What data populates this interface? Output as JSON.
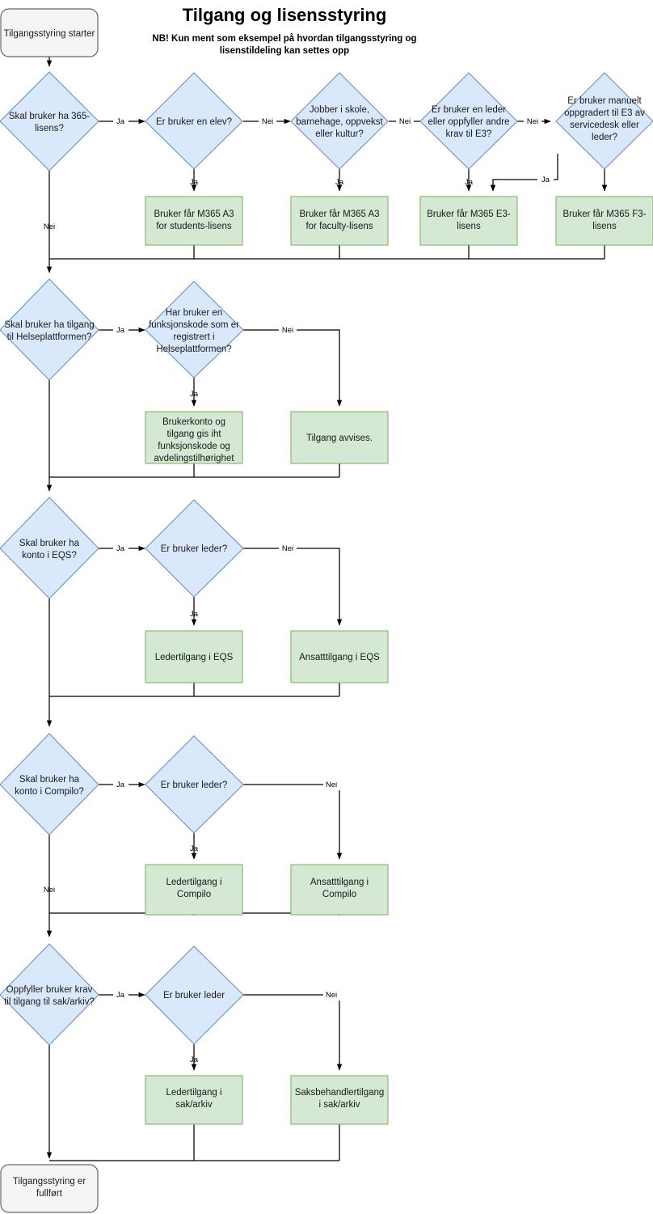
{
  "header": {
    "title": "Tilgang og lisensstyring",
    "subtitle_line1": "NB! Kun ment som eksempel på hvordan tilgangsstyring og",
    "subtitle_line2": "lisenstildeling kan settes opp"
  },
  "colors": {
    "decision_fill": "#dae8fc",
    "decision_stroke": "#6c8ebf",
    "process_fill": "#d5e8d4",
    "process_stroke": "#82b366",
    "terminator_fill": "#f5f5f5",
    "terminator_stroke": "#666666",
    "edge": "#000000"
  },
  "labels": {
    "yes": "Ja",
    "no": "Nei"
  },
  "nodes": {
    "start": {
      "type": "terminator",
      "text": "Tilgangsstyring starter"
    },
    "end": {
      "type": "terminator",
      "line1": "Tilgangsstyring er",
      "line2": "fullført"
    },
    "d_365": {
      "type": "decision",
      "line1": "Skal bruker ha 365-",
      "line2": "lisens?"
    },
    "d_elev": {
      "type": "decision",
      "line1": "Er bruker en elev?"
    },
    "d_skole": {
      "type": "decision",
      "line1": "Jobber i skole,",
      "line2": "barnehage, oppvekst",
      "line3": "eller kultur?"
    },
    "d_leder_e3": {
      "type": "decision",
      "line1": "Er bruker en leder",
      "line2": "eller oppfyller andre",
      "line3": "krav til E3?"
    },
    "d_manuelt": {
      "type": "decision",
      "line1": "Er bruker manuelt",
      "line2": "oppgradert til E3 av",
      "line3": "servicedesk eller",
      "line4": "leder?"
    },
    "p_a3_students": {
      "type": "process",
      "line1": "Bruker får M365 A3",
      "line2": "for students-lisens"
    },
    "p_a3_faculty": {
      "type": "process",
      "line1": "Bruker får M365 A3",
      "line2": "for faculty-lisens"
    },
    "p_e3": {
      "type": "process",
      "line1": "Bruker får M365 E3-",
      "line2": "lisens"
    },
    "p_f3": {
      "type": "process",
      "line1": "Bruker får M365 F3-",
      "line2": "lisens"
    },
    "d_helse": {
      "type": "decision",
      "line1": "Skal bruker ha tilgang",
      "line2": "til Helseplattformen?"
    },
    "d_funksjonskode": {
      "type": "decision",
      "line1": "Har bruker en",
      "line2": "funksjonskode som er",
      "line3": "registrert i",
      "line4": "Helseplattformen?"
    },
    "p_brukerkonto": {
      "type": "process",
      "line1": "Brukerkonto og",
      "line2": "tilgang gis iht",
      "line3": "funksjonskode og",
      "line4": "avdelingstilhørighet"
    },
    "p_avvises": {
      "type": "process",
      "line1": "Tilgang avvises."
    },
    "d_eqs": {
      "type": "decision",
      "line1": "Skal bruker ha",
      "line2": "konto i EQS?"
    },
    "d_leder_eqs": {
      "type": "decision",
      "line1": "Er bruker leder?"
    },
    "p_leder_eqs": {
      "type": "process",
      "line1": "Ledertilgang i EQS"
    },
    "p_ansatt_eqs": {
      "type": "process",
      "line1": "Ansatttilgang i EQS"
    },
    "d_compilo": {
      "type": "decision",
      "line1": "Skal bruker ha",
      "line2": "konto i Compilo?"
    },
    "d_leder_compilo": {
      "type": "decision",
      "line1": "Er bruker leder?"
    },
    "p_leder_compilo": {
      "type": "process",
      "line1": "Ledertilgang i",
      "line2": "Compilo"
    },
    "p_ansatt_compilo": {
      "type": "process",
      "line1": "Ansatttilgang i",
      "line2": "Compilo"
    },
    "d_sak": {
      "type": "decision",
      "line1": "Oppfyller bruker krav",
      "line2": "til tilgang til sak/arkiv?"
    },
    "d_leder_sak": {
      "type": "decision",
      "line1": "Er bruker leder"
    },
    "p_leder_sak": {
      "type": "process",
      "line1": "Ledertilgang i",
      "line2": "sak/arkiv"
    },
    "p_saksbeh_sak": {
      "type": "process",
      "line1": "Saksbehandlertilgang",
      "line2": "i sak/arkiv"
    }
  },
  "edge_labels": {
    "e1": "Ja",
    "e2": "Nei",
    "e3": "Nei",
    "e4": "Nei",
    "e5": "Ja",
    "e6": "Ja",
    "e7": "Ja",
    "e8": "Ja",
    "e9": "Nei",
    "e10": "Ja",
    "e11": "Nei",
    "e12": "Ja",
    "e13": "Ja",
    "e14": "Nei",
    "e15": "Ja",
    "e16": "Ja",
    "e17": "Nei",
    "e18": "Ja",
    "e19": "Nei",
    "e20": "Ja",
    "e21": "Nei",
    "e22": "Ja"
  }
}
